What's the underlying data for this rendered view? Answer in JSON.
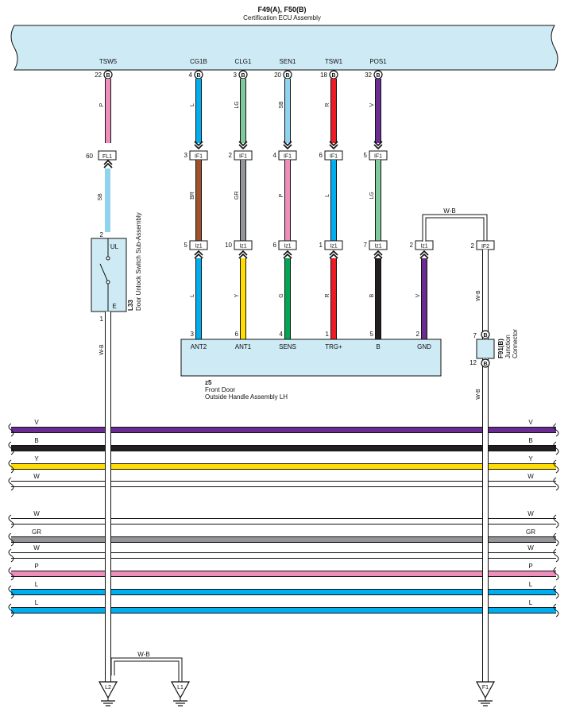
{
  "ecu": {
    "title": "F49(A), F50(B)",
    "name": "Certification ECU Assembly",
    "fill": "#cdeaf5",
    "pins": [
      {
        "label": "TSW5",
        "num": "22",
        "conn": "B"
      },
      {
        "label": "CG1B",
        "num": "4",
        "conn": "B"
      },
      {
        "label": "CLG1",
        "num": "3",
        "conn": "B"
      },
      {
        "label": "SEN1",
        "num": "20",
        "conn": "B"
      },
      {
        "label": "TSW1",
        "num": "18",
        "conn": "B"
      },
      {
        "label": "POS1",
        "num": "32",
        "conn": "B"
      }
    ]
  },
  "colors": {
    "P": "#ee8fbb",
    "L": "#00aeef",
    "LG": "#80c99b",
    "SB": "#8fd3ee",
    "R": "#ed1c24",
    "V": "#6a2c91",
    "BR": "#a0522d",
    "GR": "#939598",
    "Y": "#ffdd00",
    "G": "#00a651",
    "B": "#231f20",
    "W": "#ffffff",
    "W-B": "#ffffff"
  },
  "wires_top": [
    {
      "code": "P"
    },
    {
      "code": "L"
    },
    {
      "code": "LG"
    },
    {
      "code": "SB"
    },
    {
      "code": "R"
    },
    {
      "code": "V"
    }
  ],
  "connector_fl1": {
    "num": "60",
    "label": "FL1"
  },
  "wire_sb": {
    "code": "SB"
  },
  "if1": [
    {
      "num": "3",
      "label": "IF1"
    },
    {
      "num": "2",
      "label": "IF1"
    },
    {
      "num": "4",
      "label": "IF1"
    },
    {
      "num": "6",
      "label": "IF1"
    },
    {
      "num": "5",
      "label": "IF1"
    }
  ],
  "wires_mid": [
    {
      "code": "BR"
    },
    {
      "code": "GR"
    },
    {
      "code": "P"
    },
    {
      "code": "L"
    },
    {
      "code": "LG"
    }
  ],
  "iz1": [
    {
      "num": "5",
      "label": "Iz1"
    },
    {
      "num": "10",
      "label": "Iz1"
    },
    {
      "num": "6",
      "label": "Iz1"
    },
    {
      "num": "1",
      "label": "Iz1"
    },
    {
      "num": "7",
      "label": "Iz1"
    },
    {
      "num": "2",
      "label": "Iz1"
    }
  ],
  "if2": {
    "num": "2",
    "label": "IF2"
  },
  "jumper_wb": {
    "code": "W-B"
  },
  "wires_low": [
    {
      "code": "L"
    },
    {
      "code": "Y"
    },
    {
      "code": "G"
    },
    {
      "code": "R"
    },
    {
      "code": "B"
    },
    {
      "code": "V"
    }
  ],
  "handle": {
    "code": "z5",
    "name1": "Front Door",
    "name2": "Outside Handle Assembly LH",
    "pins": [
      {
        "num": "3",
        "label": "ANT2"
      },
      {
        "num": "6",
        "label": "ANT1"
      },
      {
        "num": "4",
        "label": "SENS"
      },
      {
        "num": "1",
        "label": "TRG+"
      },
      {
        "num": "5",
        "label": "B"
      },
      {
        "num": "2",
        "label": "GND"
      }
    ]
  },
  "switch": {
    "code": "L33",
    "name": "Door Unlock Switch Sub-Assembly",
    "pin_top": "2",
    "pin_top_label": "UL",
    "pin_bot": "1",
    "pin_bot_label": "E"
  },
  "junction": {
    "code": "F91(B)",
    "name1": "Junction",
    "name2": "Connector",
    "pin_top": "7",
    "pin_bot": "12",
    "conn": "B"
  },
  "wire_wb_left": {
    "code": "W-B"
  },
  "wire_wb_right_top": {
    "code": "W-B"
  },
  "wire_wb_right_bot": {
    "code": "W-B"
  },
  "bus_group1": [
    {
      "code": "V"
    },
    {
      "code": "B"
    },
    {
      "code": "Y"
    },
    {
      "code": "W"
    }
  ],
  "bus_group2": [
    {
      "code": "W"
    },
    {
      "code": "GR"
    },
    {
      "code": "W"
    },
    {
      "code": "P"
    },
    {
      "code": "L"
    },
    {
      "code": "L"
    }
  ],
  "grounds": [
    {
      "label": "L2"
    },
    {
      "label": "L1"
    },
    {
      "label": "F1"
    }
  ],
  "ground_jumper": {
    "code": "W-B"
  }
}
